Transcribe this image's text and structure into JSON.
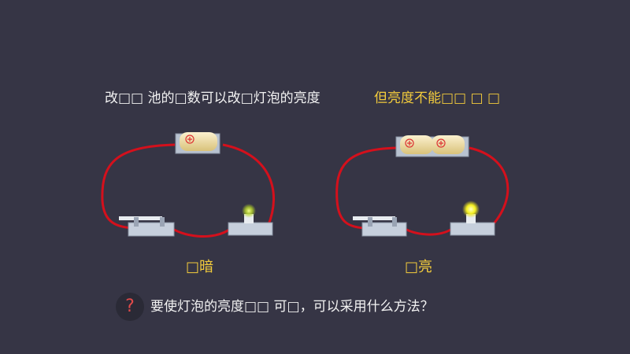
{
  "heading": {
    "statement": "改□□ 池的□数可以改□灯泡的亮度",
    "caveat": "但亮度不能□□ □ □"
  },
  "circuits": [
    {
      "label": "□暗",
      "cells": 1,
      "bulb_brightness": "dim"
    },
    {
      "label": "□亮",
      "cells": 2,
      "bulb_brightness": "bright"
    }
  ],
  "question": {
    "icon": "question-icon",
    "icon_glyph": "?",
    "text": "要使灯泡的亮度□□ 可□，可以采用什么方法？"
  },
  "colors": {
    "background": "#363545",
    "accent": "#f3cc3c",
    "wire": "#d4101c",
    "question_mark": "#e04a4a"
  }
}
